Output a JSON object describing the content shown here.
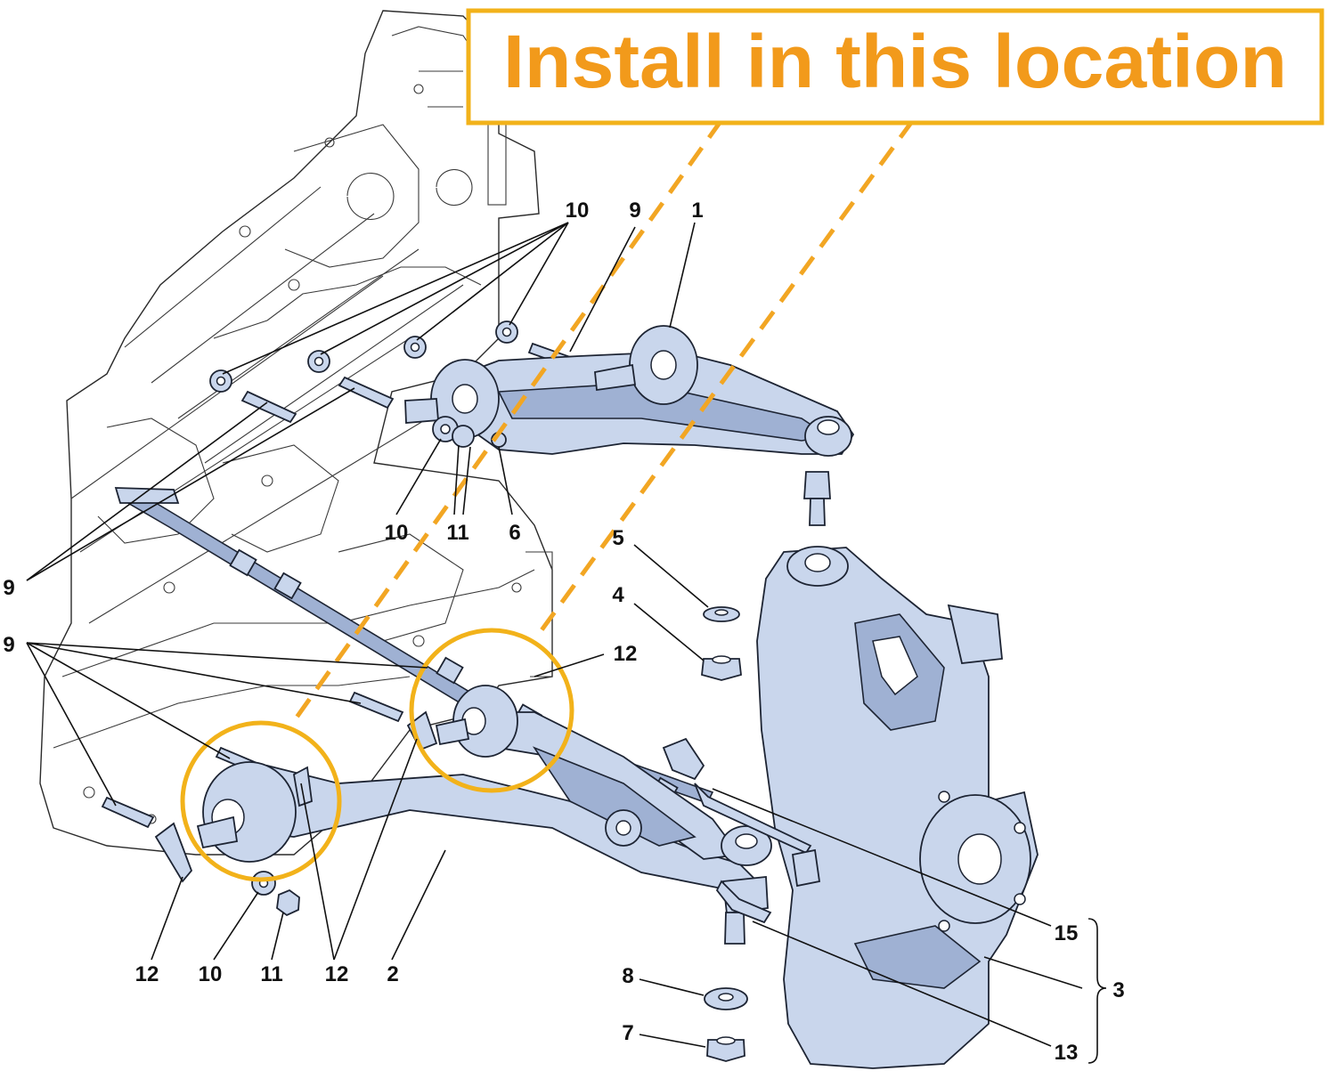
{
  "banner": {
    "text": "Install in this location",
    "color": "#f29a1b",
    "border_color": "#f2b21a"
  },
  "part_color": "#c9d6ec",
  "callouts": {
    "c_10_top": "10",
    "c_9_top": "9",
    "c_1": "1",
    "c_10_mid": "10",
    "c_11_mid": "11",
    "c_6": "6",
    "c_9_left": "9",
    "c_5": "5",
    "c_4": "4",
    "c_9_left2": "9",
    "c_12_right": "12",
    "c_12_bl": "12",
    "c_10_bottom": "10",
    "c_11_bottom": "11",
    "c_12_bottom": "12",
    "c_2": "2",
    "c_15": "15",
    "c_8": "8",
    "c_3": "3",
    "c_7": "7",
    "c_13": "13"
  }
}
